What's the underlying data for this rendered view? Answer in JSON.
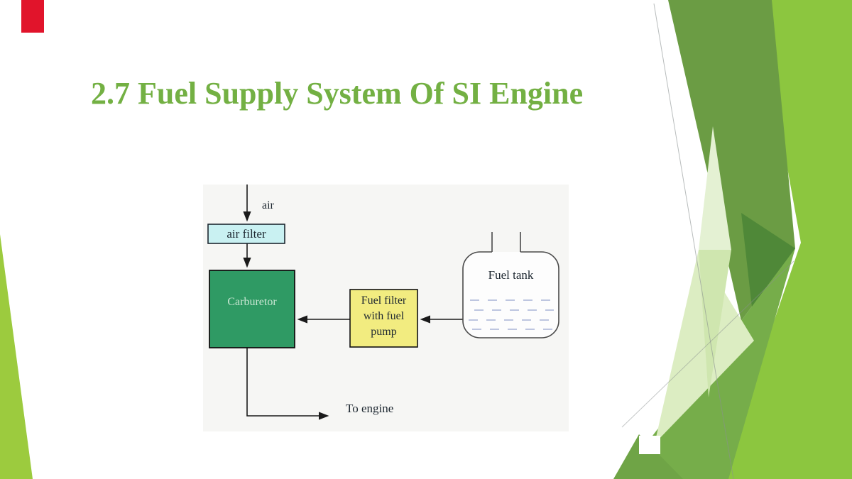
{
  "slide": {
    "title": "2.7 Fuel Supply System Of SI Engine"
  },
  "diagram": {
    "air_label": "air",
    "air_filter_label": "air filter",
    "carburetor_label": "Carburetor",
    "fuel_filter_lines": [
      "Fuel filter",
      "with fuel",
      "pump"
    ],
    "fuel_tank_label": "Fuel tank",
    "to_engine_label": "To engine"
  },
  "colors": {
    "title_green": "#73B043",
    "accent_red": "#E1142B",
    "diagram_bg": "#F6F6F4",
    "air_filter_fill": "#C9F1F2",
    "carburetor_fill": "#2F9A64",
    "carburetor_text": "#C9E7D3",
    "fuel_filter_fill": "#F2EC80",
    "fuel_tank_fill": "#FDFDFD",
    "fuel_dash": "#A9B3D6",
    "line_black": "#1A1A1A",
    "decor_bright": "#8CC63F",
    "decor_olive": "#6B9C44",
    "decor_dark": "#4F8838",
    "decor_medium": "#76AD4A",
    "decor_moss": "#6FA446",
    "decor_pale_1": "#E4F1D3",
    "decor_pale_2": "#DCEDC2",
    "decor_pale_3": "#CFE6AF",
    "decor_sliver": "#9CCB3E",
    "decor_hairline": "#8A9090"
  }
}
